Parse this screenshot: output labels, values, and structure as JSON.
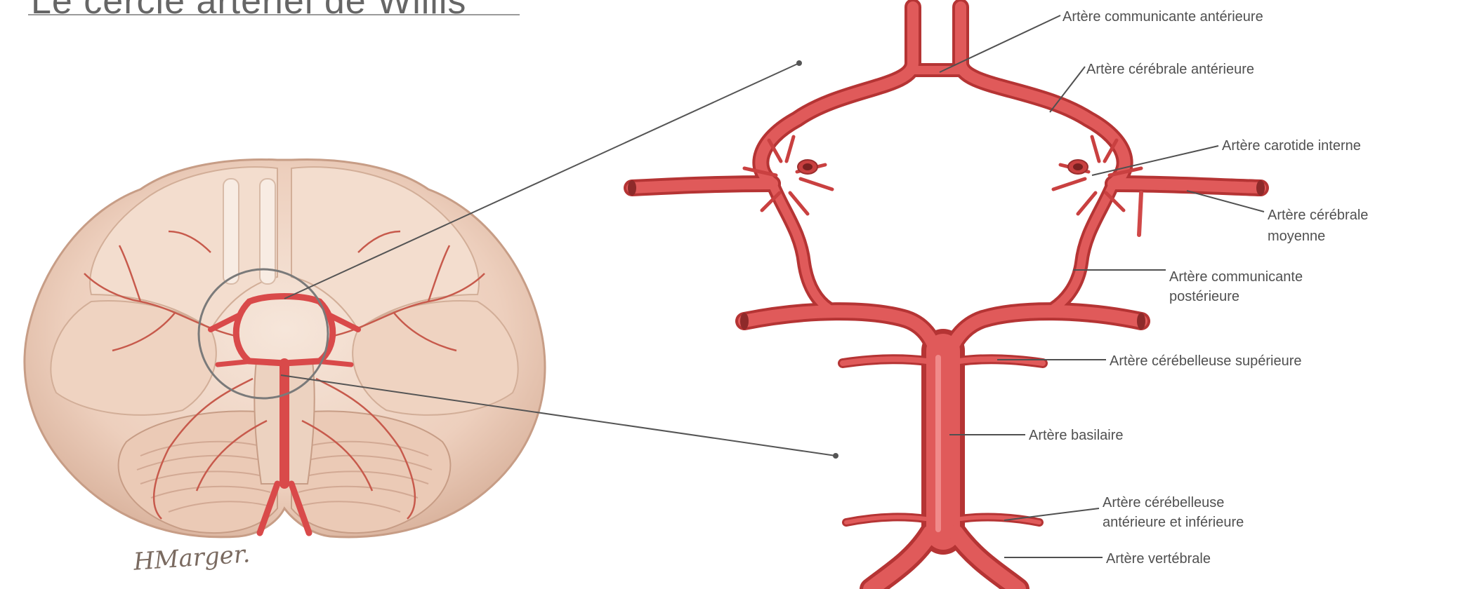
{
  "title": "Le cercle artériel de Willis",
  "signature": "HMarger.",
  "labels": {
    "acom": "Artère communicante antérieure",
    "aca": "Artère cérébrale antérieure",
    "ica": "Artère carotide interne",
    "mca_1": "Artère cérébrale",
    "mca_2": "moyenne",
    "pcom_1": "Artère communicante",
    "pcom_2": "postérieure",
    "sca": "Artère cérébelleuse supérieure",
    "basilar": "Artère basilaire",
    "aica_1": "Artère cérébelleuse",
    "aica_2": "antérieure et inférieure",
    "vertebral": "Artère vertébrale"
  },
  "colors": {
    "artery": "#d94a4a",
    "artery_dark": "#b53434",
    "brain": "#f1d8c8",
    "brain_shadow": "#d9b7a3",
    "leader": "#555555"
  }
}
